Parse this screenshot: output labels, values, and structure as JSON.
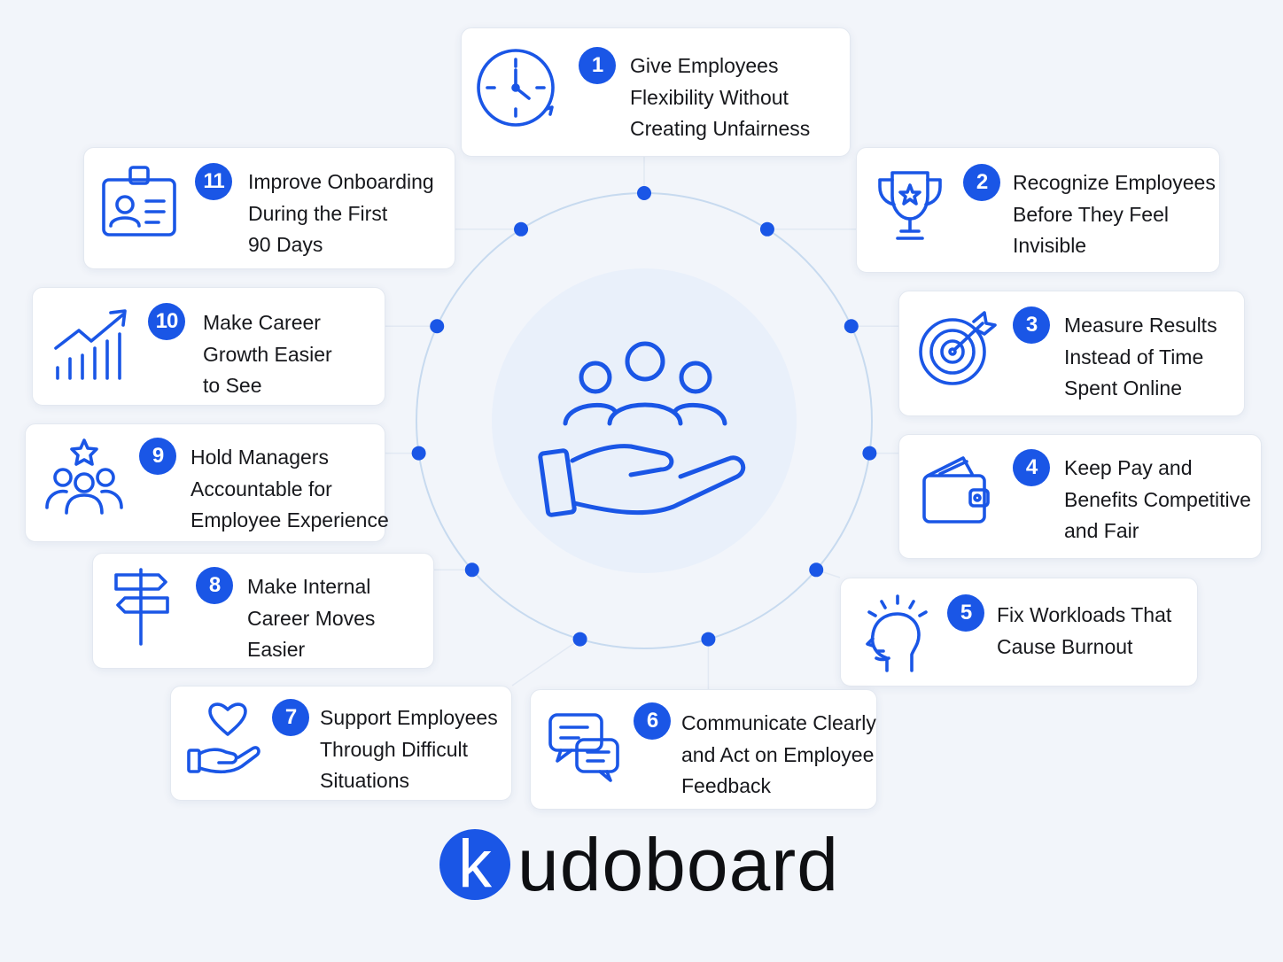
{
  "theme": {
    "accent": "#1a56e6",
    "icon_stroke": "#1a56e6",
    "ring": "#c7daef",
    "hub_fill": "#e9f0fa"
  },
  "hub": {
    "icon": "hand-holding-people-icon"
  },
  "brand": {
    "initial": "k",
    "rest": "udoboard"
  },
  "items": [
    {
      "number": "1",
      "icon": "clock-icon",
      "lines": [
        "Give Employees",
        "Flexibility Without",
        "Creating Unfairness"
      ]
    },
    {
      "number": "2",
      "icon": "trophy-icon",
      "lines": [
        "Recognize Employees",
        "Before They Feel",
        "Invisible"
      ]
    },
    {
      "number": "3",
      "icon": "target-icon",
      "lines": [
        "Measure Results",
        "Instead of Time",
        "Spent Online"
      ]
    },
    {
      "number": "4",
      "icon": "wallet-icon",
      "lines": [
        "Keep Pay and",
        "Benefits Competitive",
        "and Fair"
      ]
    },
    {
      "number": "5",
      "icon": "head-stress-icon",
      "lines": [
        "Fix Workloads That",
        "Cause Burnout"
      ]
    },
    {
      "number": "6",
      "icon": "chat-bubbles-icon",
      "lines": [
        "Communicate Clearly",
        "and Act on Employee",
        "Feedback"
      ]
    },
    {
      "number": "7",
      "icon": "heart-hand-icon",
      "lines": [
        "Support Employees",
        "Through Difficult",
        "Situations"
      ]
    },
    {
      "number": "8",
      "icon": "signpost-icon",
      "lines": [
        "Make Internal",
        "Career Moves",
        "Easier"
      ]
    },
    {
      "number": "9",
      "icon": "team-star-icon",
      "lines": [
        "Hold Managers",
        "Accountable for",
        "Employee Experience"
      ]
    },
    {
      "number": "10",
      "icon": "growth-chart-icon",
      "lines": [
        "Make Career",
        "Growth Easier",
        "to See"
      ]
    },
    {
      "number": "11",
      "icon": "id-badge-icon",
      "lines": [
        "Improve Onboarding",
        "During the First",
        "90 Days"
      ]
    }
  ]
}
